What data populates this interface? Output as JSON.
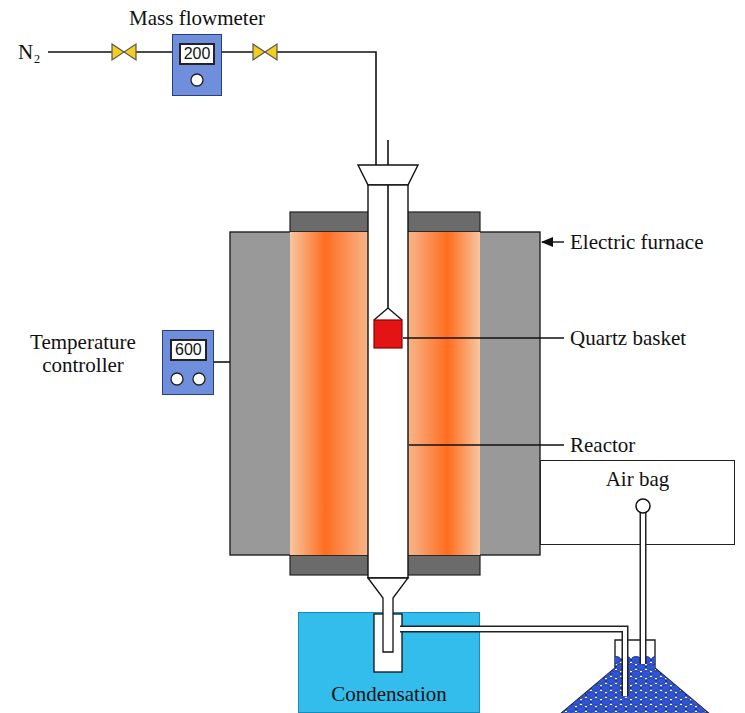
{
  "diagram": {
    "nodes": [
      {
        "text": [
          "Mass flowmeter",
          "200"
        ]
      },
      {
        "text": [
          "Temperature controller",
          "600"
        ]
      },
      {
        "text": [
          "Air bag"
        ]
      },
      {
        "text": [
          "Condensation"
        ]
      }
    ],
    "labels": [
      "N₂",
      "Electric furnace",
      "Quartz basket",
      "Reactor"
    ]
  }
}
